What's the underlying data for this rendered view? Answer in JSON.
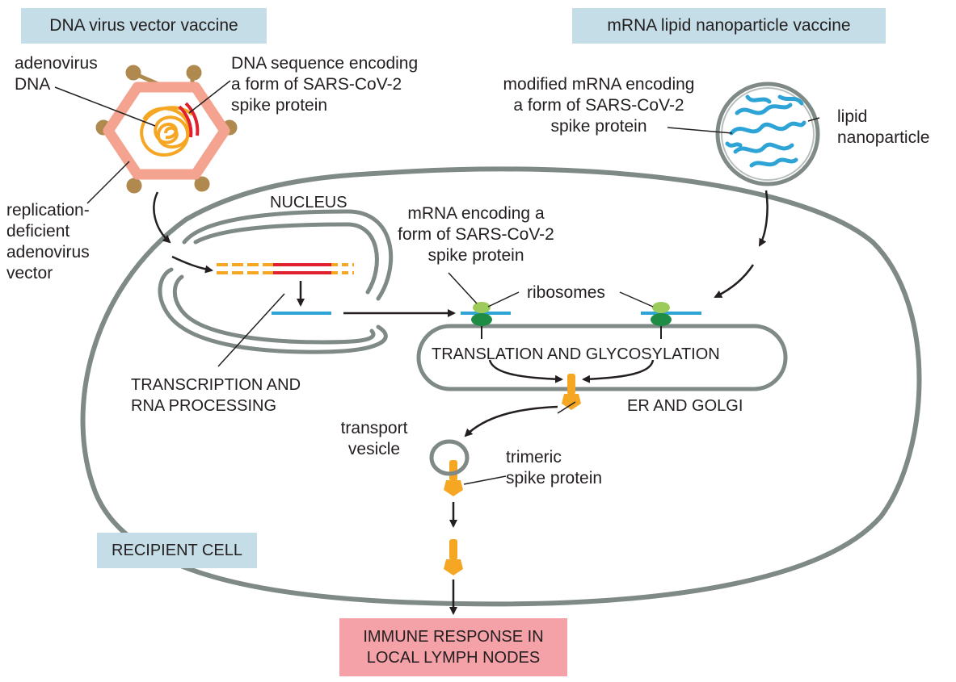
{
  "titles": {
    "dna_vaccine": "DNA virus vector vaccine",
    "mrna_vaccine": "mRNA lipid nanoparticle vaccine"
  },
  "labels": {
    "adenovirus_dna": [
      "adenovirus",
      "DNA"
    ],
    "dna_sequence": [
      "DNA sequence encoding",
      "a form of SARS-CoV-2",
      "spike protein"
    ],
    "vector": [
      "replication-",
      "deficient",
      "adenovirus",
      "vector"
    ],
    "modified_mrna": [
      "modified mRNA encoding",
      "a form of SARS-CoV-2",
      "spike protein"
    ],
    "lipid_nanoparticle": [
      "lipid",
      "nanoparticle"
    ],
    "nucleus": "NUCLEUS",
    "mrna_encoding": [
      "mRNA encoding a",
      "form of SARS-CoV-2",
      "spike protein"
    ],
    "ribosomes": "ribosomes",
    "translation": "TRANSLATION AND GLYCOSYLATION",
    "transcription": [
      "TRANSCRIPTION AND",
      "RNA PROCESSING"
    ],
    "er_golgi": "ER AND GOLGI",
    "transport_vesicle": [
      "transport",
      "vesicle"
    ],
    "trimeric_spike": [
      "trimeric",
      "spike protein"
    ],
    "recipient_cell": "RECIPIENT CELL",
    "immune_response": [
      "IMMUNE RESPONSE IN",
      "LOCAL LYMPH NODES"
    ]
  },
  "colors": {
    "membrane": "#7f8a86",
    "capsid": "#f4a391",
    "spike_stalk": "#b0894f",
    "dna_orange": "#f5a623",
    "dna_red": "#e0202e",
    "mrna_blue": "#2ea3d5",
    "ribosome_light": "#9ccb5b",
    "ribosome_dark": "#1e8c45",
    "title_box": "#c5dde6",
    "outcome_box": "#f4a1a8"
  }
}
